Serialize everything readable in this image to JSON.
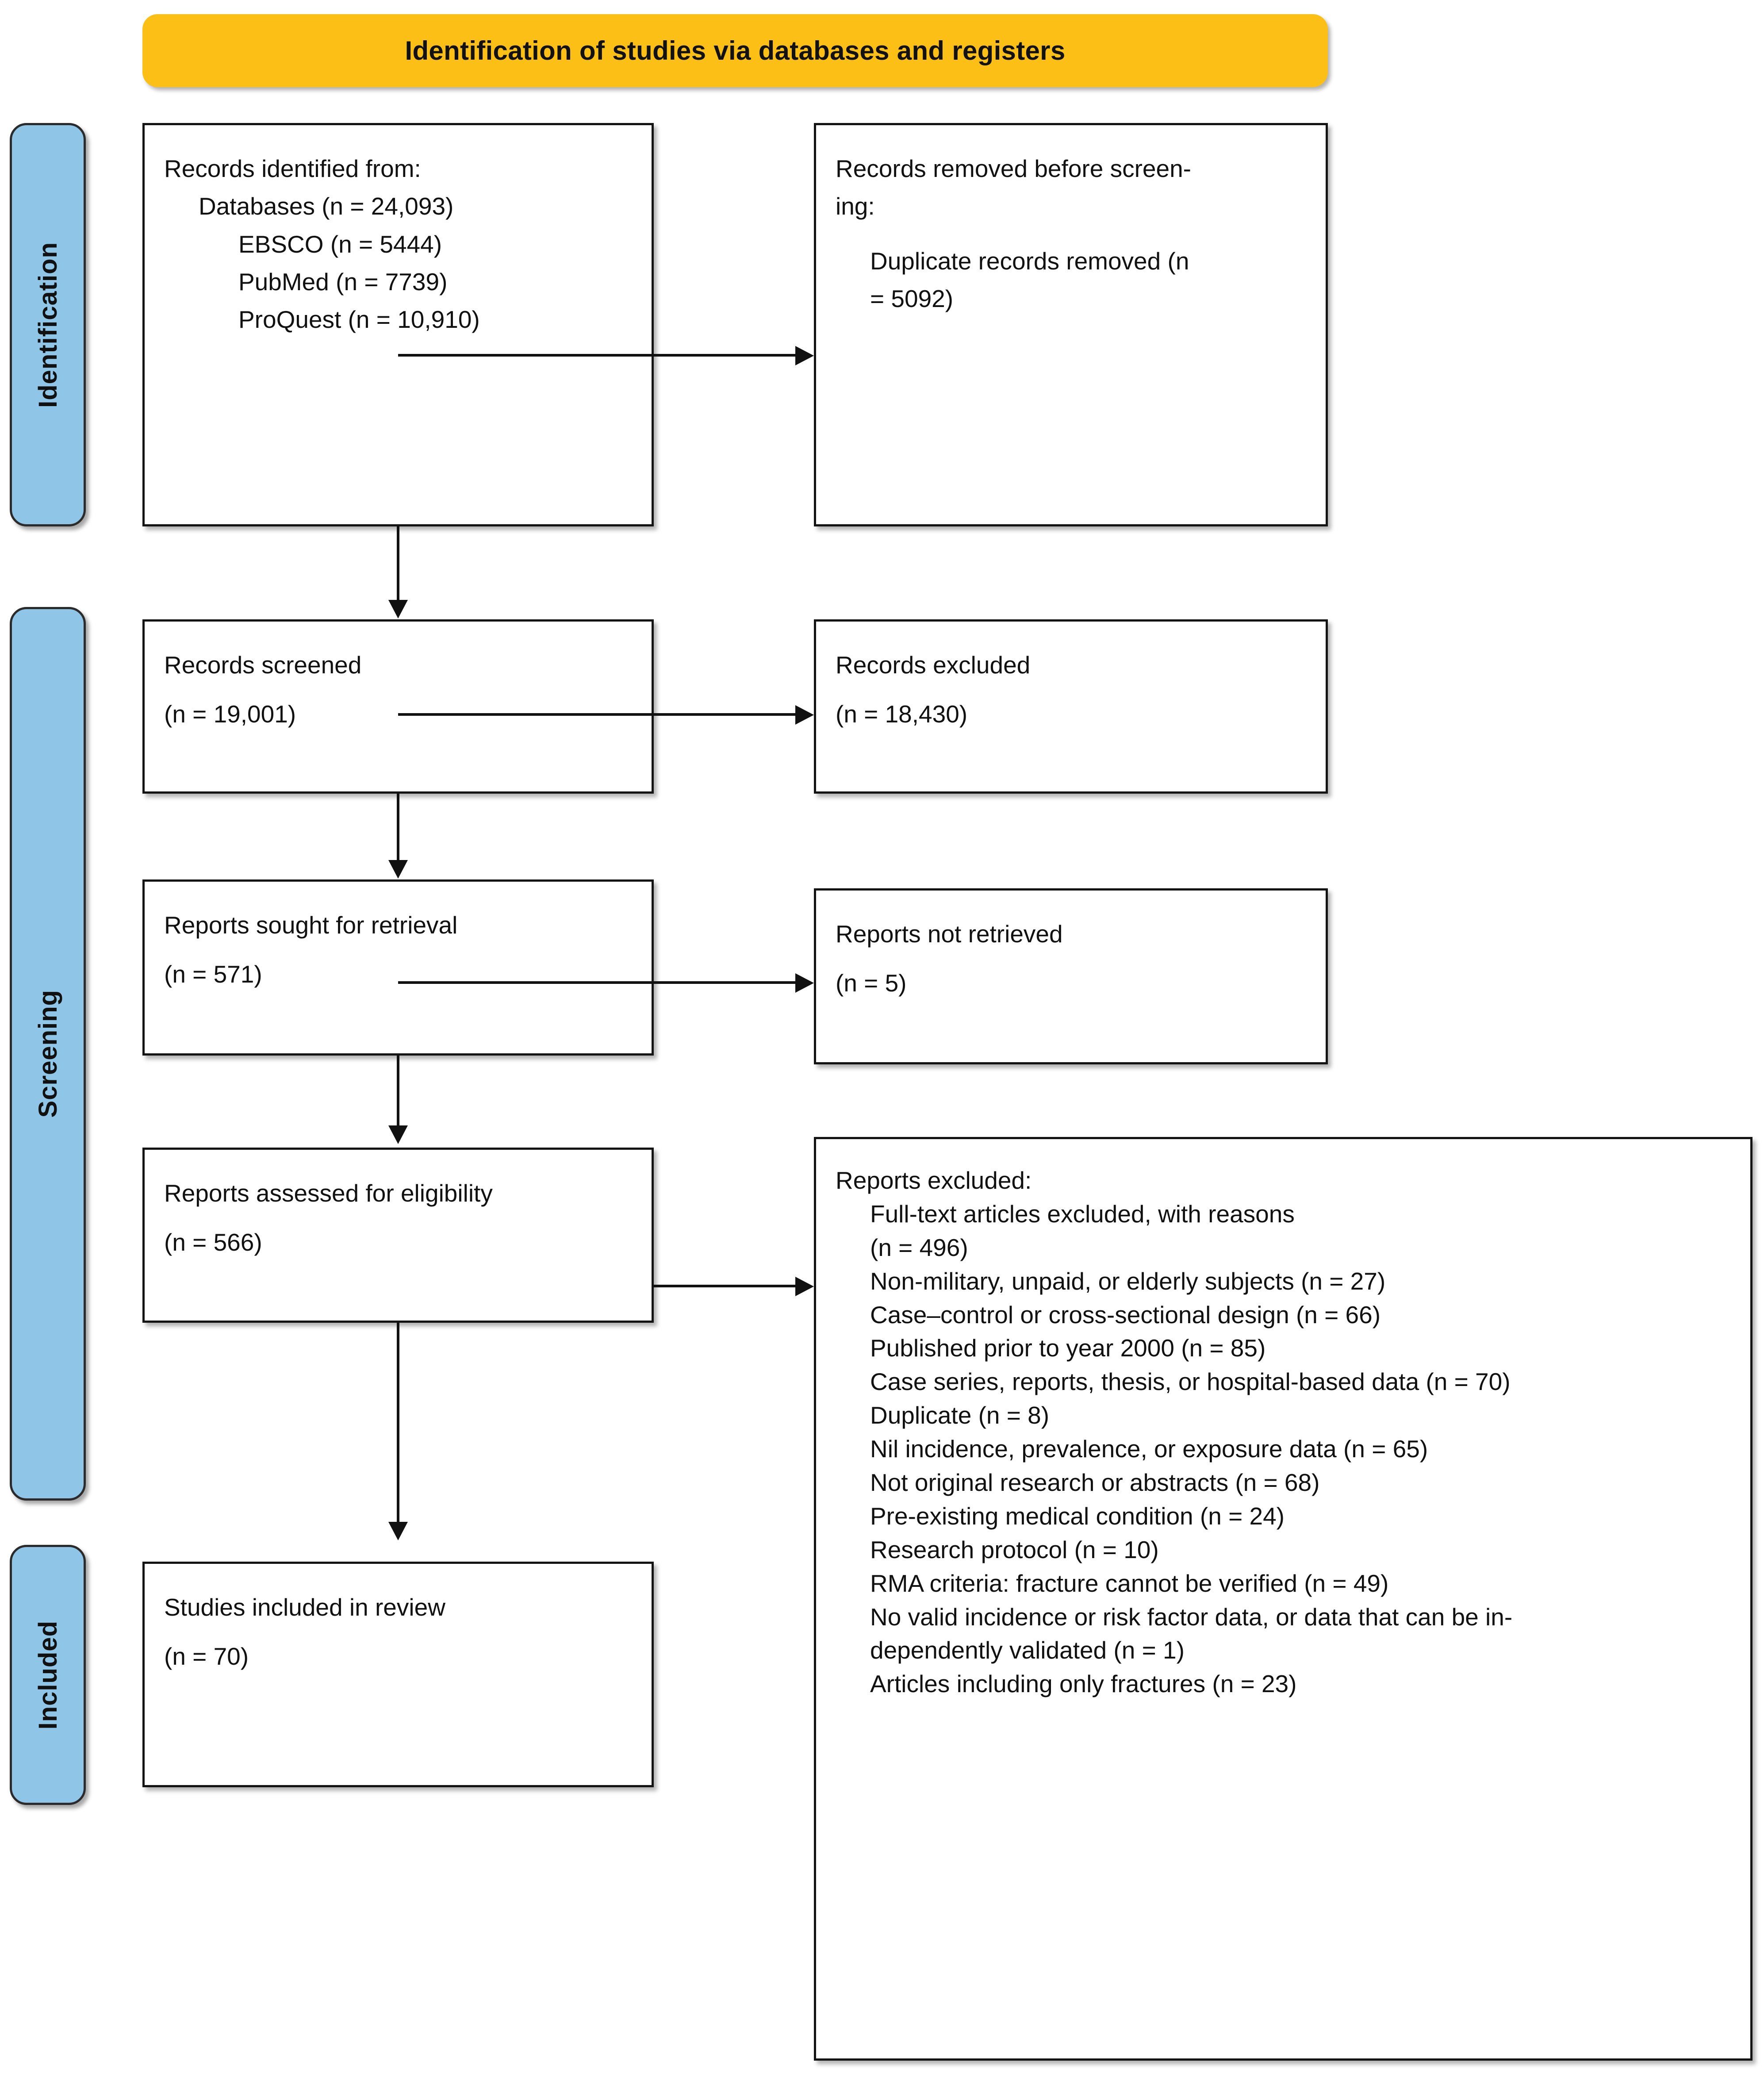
{
  "stage_header": {
    "title": "Identification of studies via databases and registers",
    "background_color": "#FCBF15"
  },
  "phases": {
    "identification": "Identification",
    "screening": "Screening",
    "included": "Included",
    "background_color": "#8FC6E8"
  },
  "boxes": {
    "records_identified": {
      "title": "Records identified from:",
      "items": [
        "Databases (n = 24,093)",
        "EBSCO (n = 5444)",
        "PubMed (n = 7739)",
        "ProQuest (n = 10,910)"
      ]
    },
    "records_removed": {
      "title_line1": "Records removed before screen-",
      "title_line2": "ing:",
      "item_line1": "Duplicate records removed (n",
      "item_line2": "= 5092)"
    },
    "records_screened": {
      "title": "Records screened",
      "count": "(n = 19,001)"
    },
    "records_excluded": {
      "title": "Records excluded",
      "count": "(n = 18,430)"
    },
    "reports_sought": {
      "title": "Reports sought for retrieval",
      "count": "(n = 571)"
    },
    "reports_not_retrieved": {
      "title": "Reports not retrieved",
      "count": "(n = 5)"
    },
    "reports_assessed": {
      "title": "Reports assessed for eligibility",
      "count": "(n = 566)"
    },
    "studies_included": {
      "title": "Studies included in review",
      "count": "(n = 70)"
    },
    "reports_excluded": {
      "title": "Reports excluded:",
      "fulltext_line1": "Full-text articles excluded, with reasons",
      "fulltext_line2": "(n = 496)",
      "reasons": [
        "Non-military, unpaid, or elderly subjects (n = 27)",
        "Case–control or cross-sectional design (n = 66)",
        "Published prior to year 2000 (n = 85)",
        "Case series, reports, thesis, or hospital-based data (n = 70)",
        "Duplicate (n = 8)",
        "Nil incidence, prevalence, or exposure data (n = 65)",
        "Not original research or abstracts (n = 68)",
        "Pre-existing medical condition (n = 24)",
        "Research protocol (n = 10)",
        "RMA criteria: fracture cannot be verified (n = 49)"
      ],
      "long_reason_line1": "No valid incidence or risk factor data, or data that can be in-",
      "long_reason_line2": "dependently validated (n = 1)",
      "last_reason": "Articles including only fractures (n = 23)"
    }
  }
}
